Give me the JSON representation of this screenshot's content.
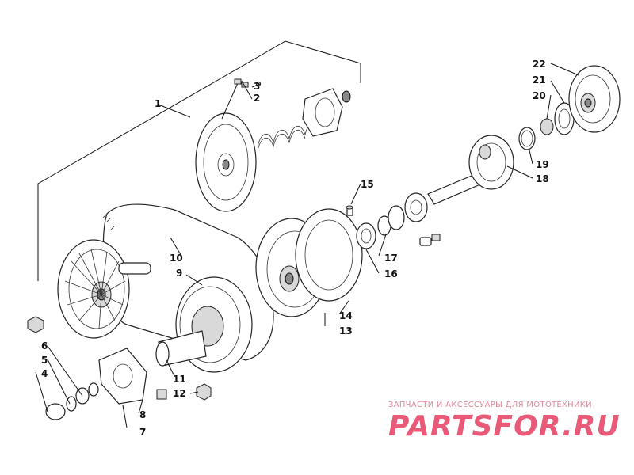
{
  "labels": [
    "1",
    "2",
    "3",
    "4",
    "5",
    "6",
    "7",
    "8",
    "9",
    "10",
    "11",
    "12",
    "13",
    "14",
    "15",
    "16",
    "17",
    "18",
    "19",
    "20",
    "21",
    "22"
  ],
  "watermark": {
    "tagline": "ЗАПЧАСТИ И АКСЕССУАРЫ ДЛЯ МОТОТЕХНИКИ",
    "logo": "PARTSFOR.RU"
  }
}
